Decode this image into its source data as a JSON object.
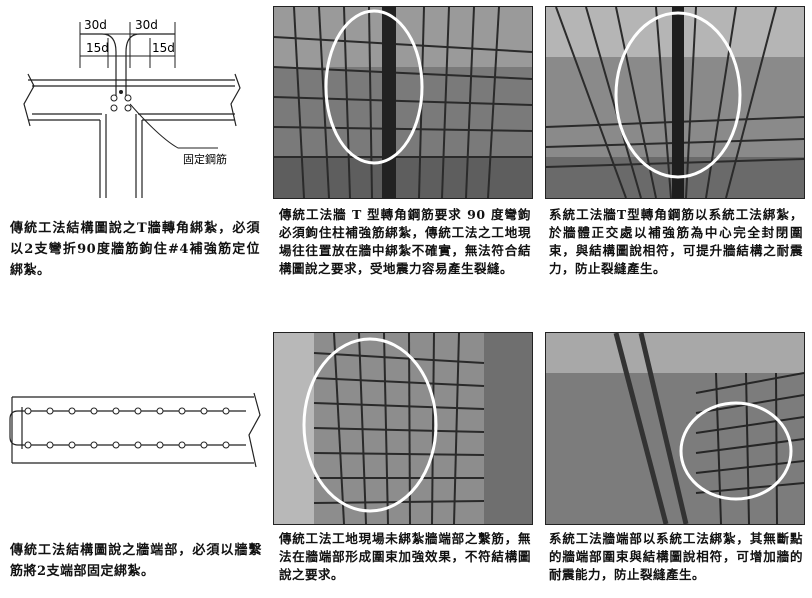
{
  "row1": {
    "diagram": {
      "dim_top_left": "30d",
      "dim_top_right": "30d",
      "dim_mid_left": "15d",
      "dim_mid_right": "15d",
      "annotation": "固定鋼筋"
    },
    "captions": [
      "傳統工法結構圖說之T牆轉角綁紮，必須以2支彎折90度牆筋鉤住#4補強筋定位綁紮。",
      "傳統工法牆 T 型轉角鋼筋要求 90 度彎鉤必須鉤住柱補強筋綁紮，傳統工法之工地現場往往置放在牆中綁紮不確實，無法符合結構圖說之要求，受地震力容易產生裂縫。",
      "系統工法牆T型轉角鋼筋以系統工法綁紮，於牆體正交處以補強筋為中心完全封閉圍束，與結構圖說相符，可提升牆結構之耐震力，防止裂縫產生。"
    ]
  },
  "row2": {
    "captions": [
      "傳統工法結構圖說之牆端部，必須以牆繫筋將2支端部固定綁紮。",
      "傳統工法工地現場未綁紮牆端部之繫筋，無法在牆端部形成圍束加強效果，不符結構圖說之要求。",
      "系統工法牆端部以系統工法綁紮，其無斷點的牆端部圍束與結構圖說相符，可增加牆的耐震能力，防止裂縫產生。"
    ]
  }
}
